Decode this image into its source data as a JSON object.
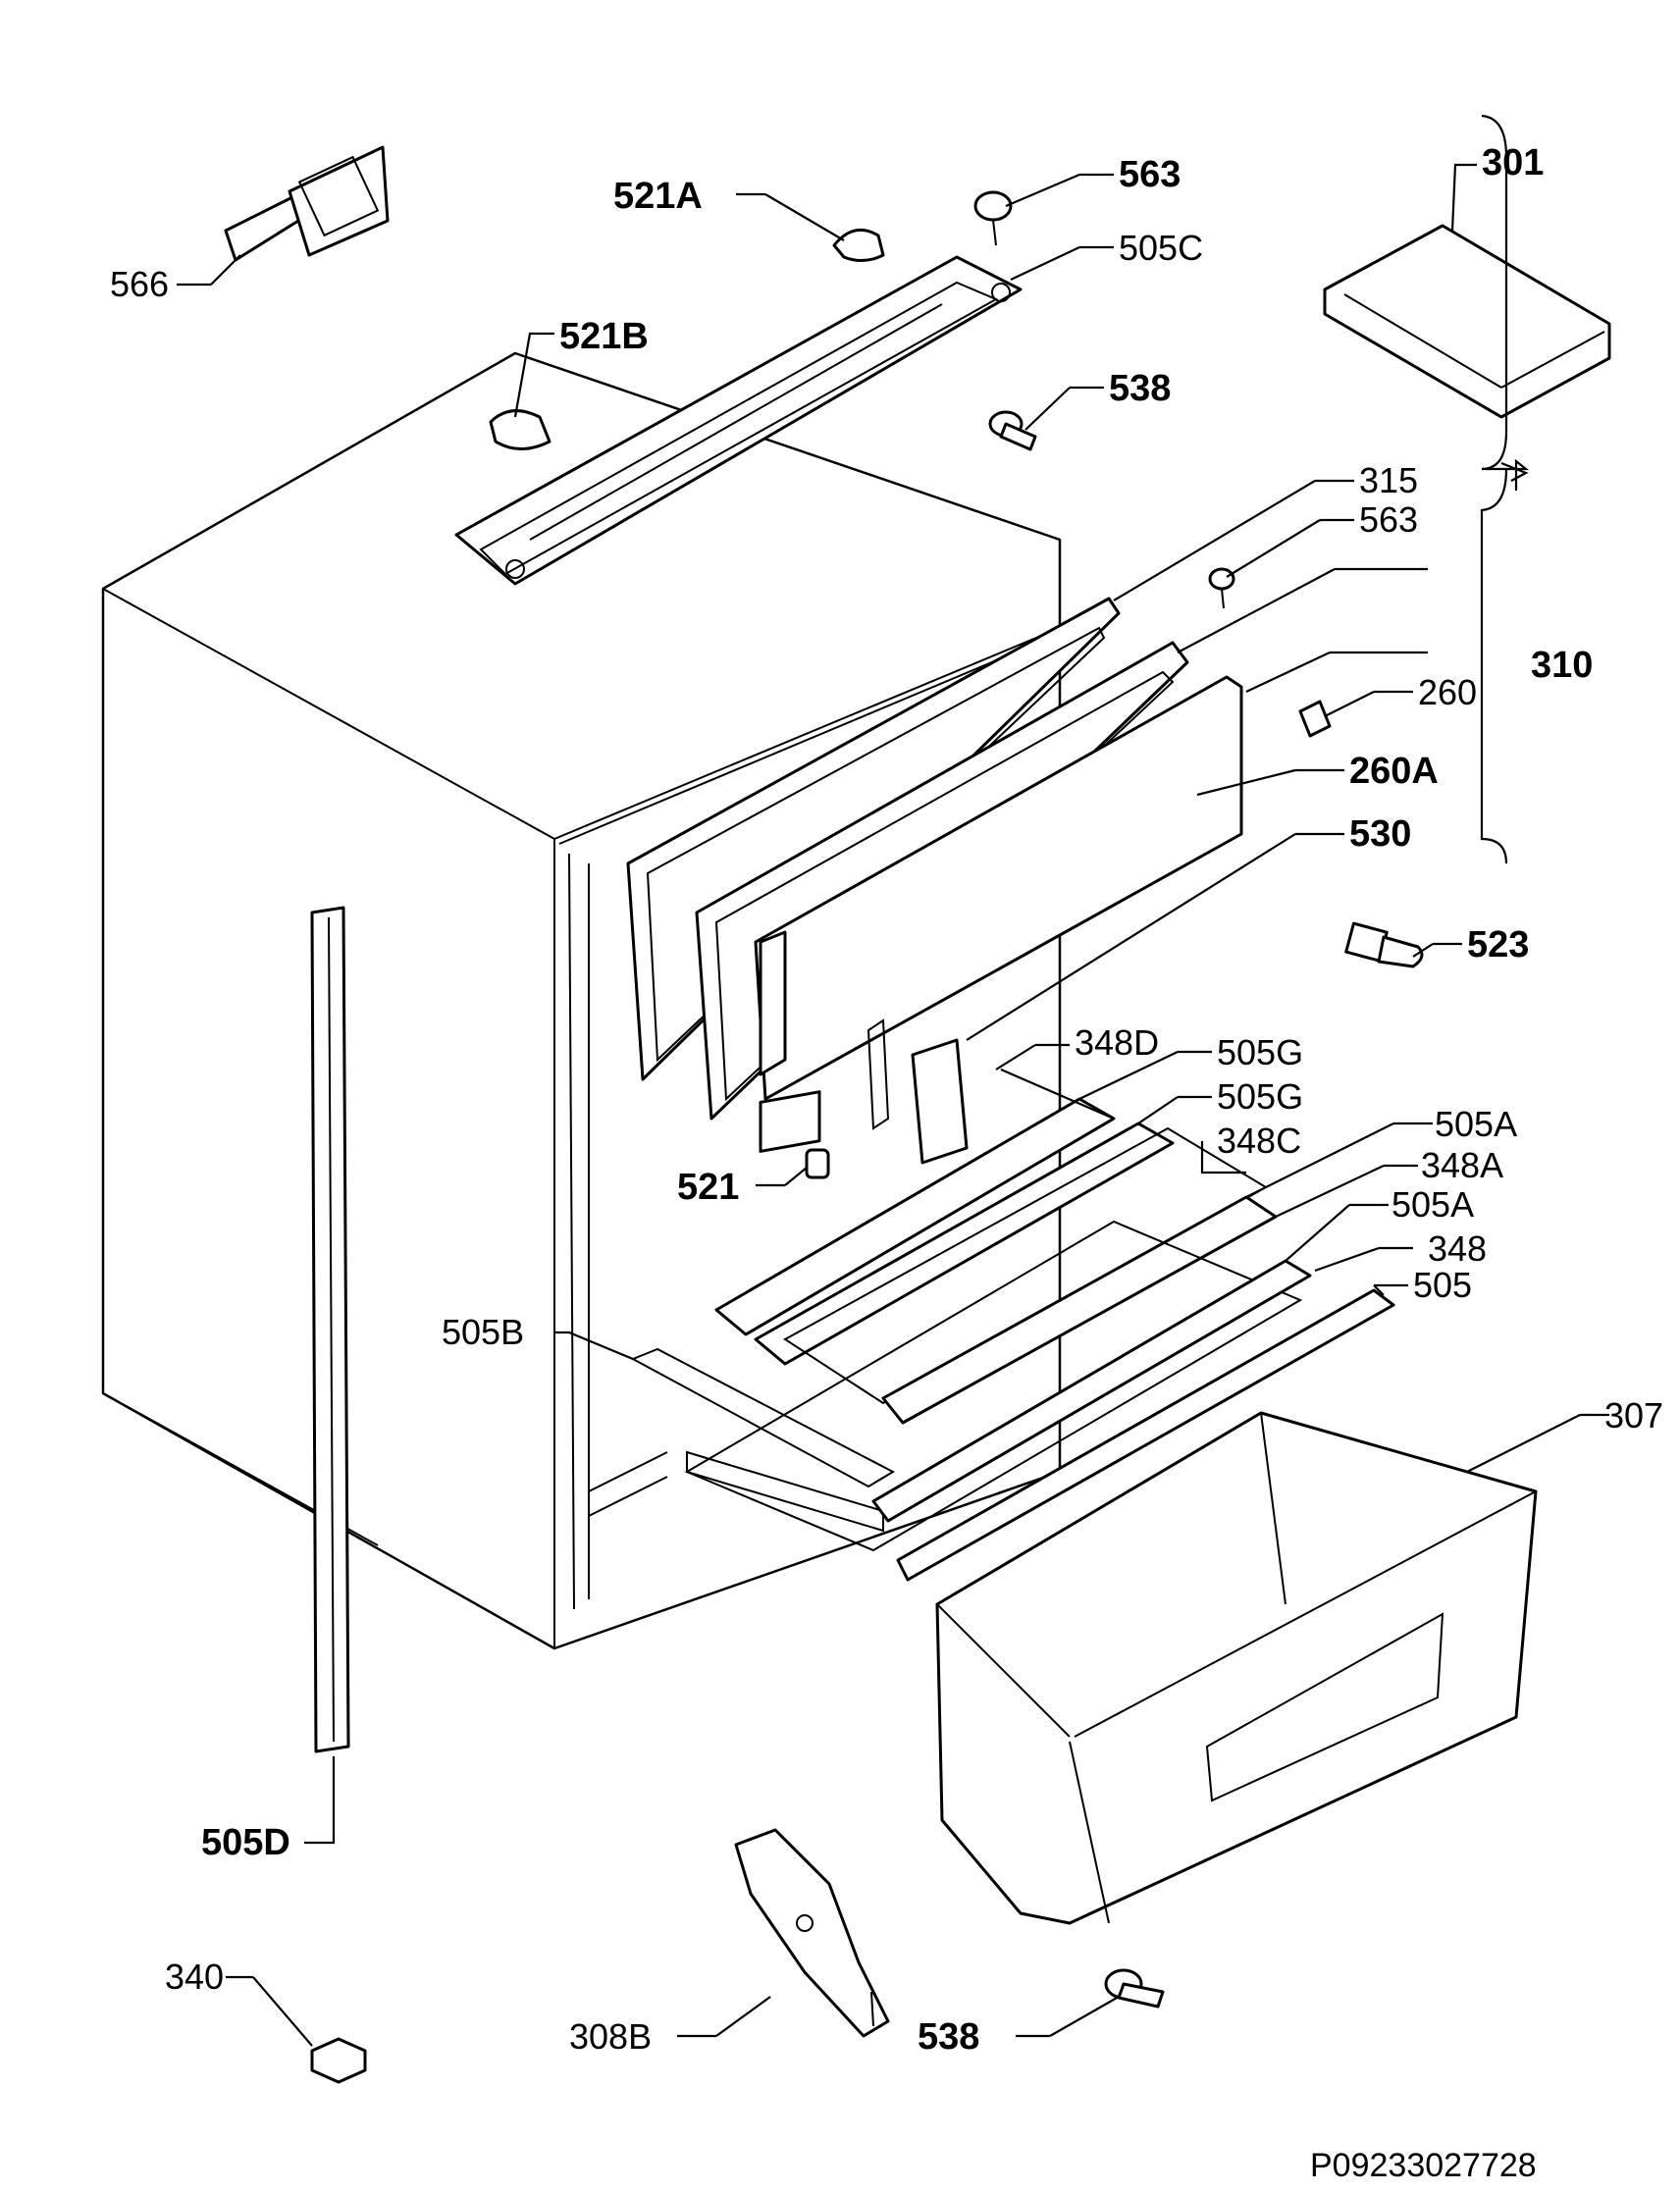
{
  "document_ref": "P09233027728",
  "labels": {
    "l566": "566",
    "l521A": "521A",
    "l563a": "563",
    "l505C": "505C",
    "l301": "301",
    "l521B": "521B",
    "l538a": "538",
    "l315": "315",
    "l563b": "563",
    "l310": "310",
    "l260": "260",
    "l260A": "260A",
    "l530": "530",
    "l523": "523",
    "l348D": "348D",
    "l505G1": "505G",
    "l505G2": "505G",
    "l348C": "348C",
    "l505A1": "505A",
    "l348A": "348A",
    "l505A2": "505A",
    "l348": "348",
    "l505": "505",
    "l521": "521",
    "l505B": "505B",
    "l307": "307",
    "l505D": "505D",
    "l340": "340",
    "l308B": "308B",
    "l538b": "538"
  }
}
